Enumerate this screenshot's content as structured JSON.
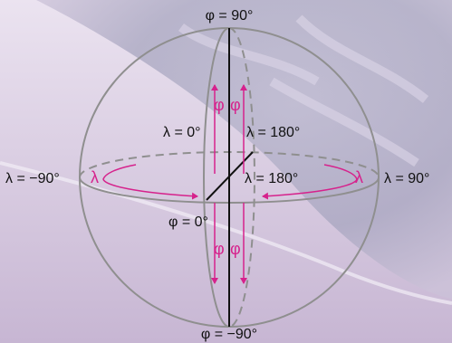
{
  "labels": {
    "north_pole": "φ = 90°",
    "south_pole": "φ = −90°",
    "west": "λ = −90°",
    "east": "λ = 90°",
    "meridian_zero": "λ = 0°",
    "meridian_180_top": "λ = 180°",
    "meridian_180_mid": "λ = 180°",
    "equator": "φ = 0°"
  },
  "symbols": {
    "lambda": "λ",
    "phi": "φ"
  },
  "colors": {
    "background_top": "#e6dcec",
    "background_bottom": "#c9b8d4",
    "sphere_outline": "#8f8f8f",
    "axis": "#111111",
    "arrow_accent": "#d6228c"
  }
}
